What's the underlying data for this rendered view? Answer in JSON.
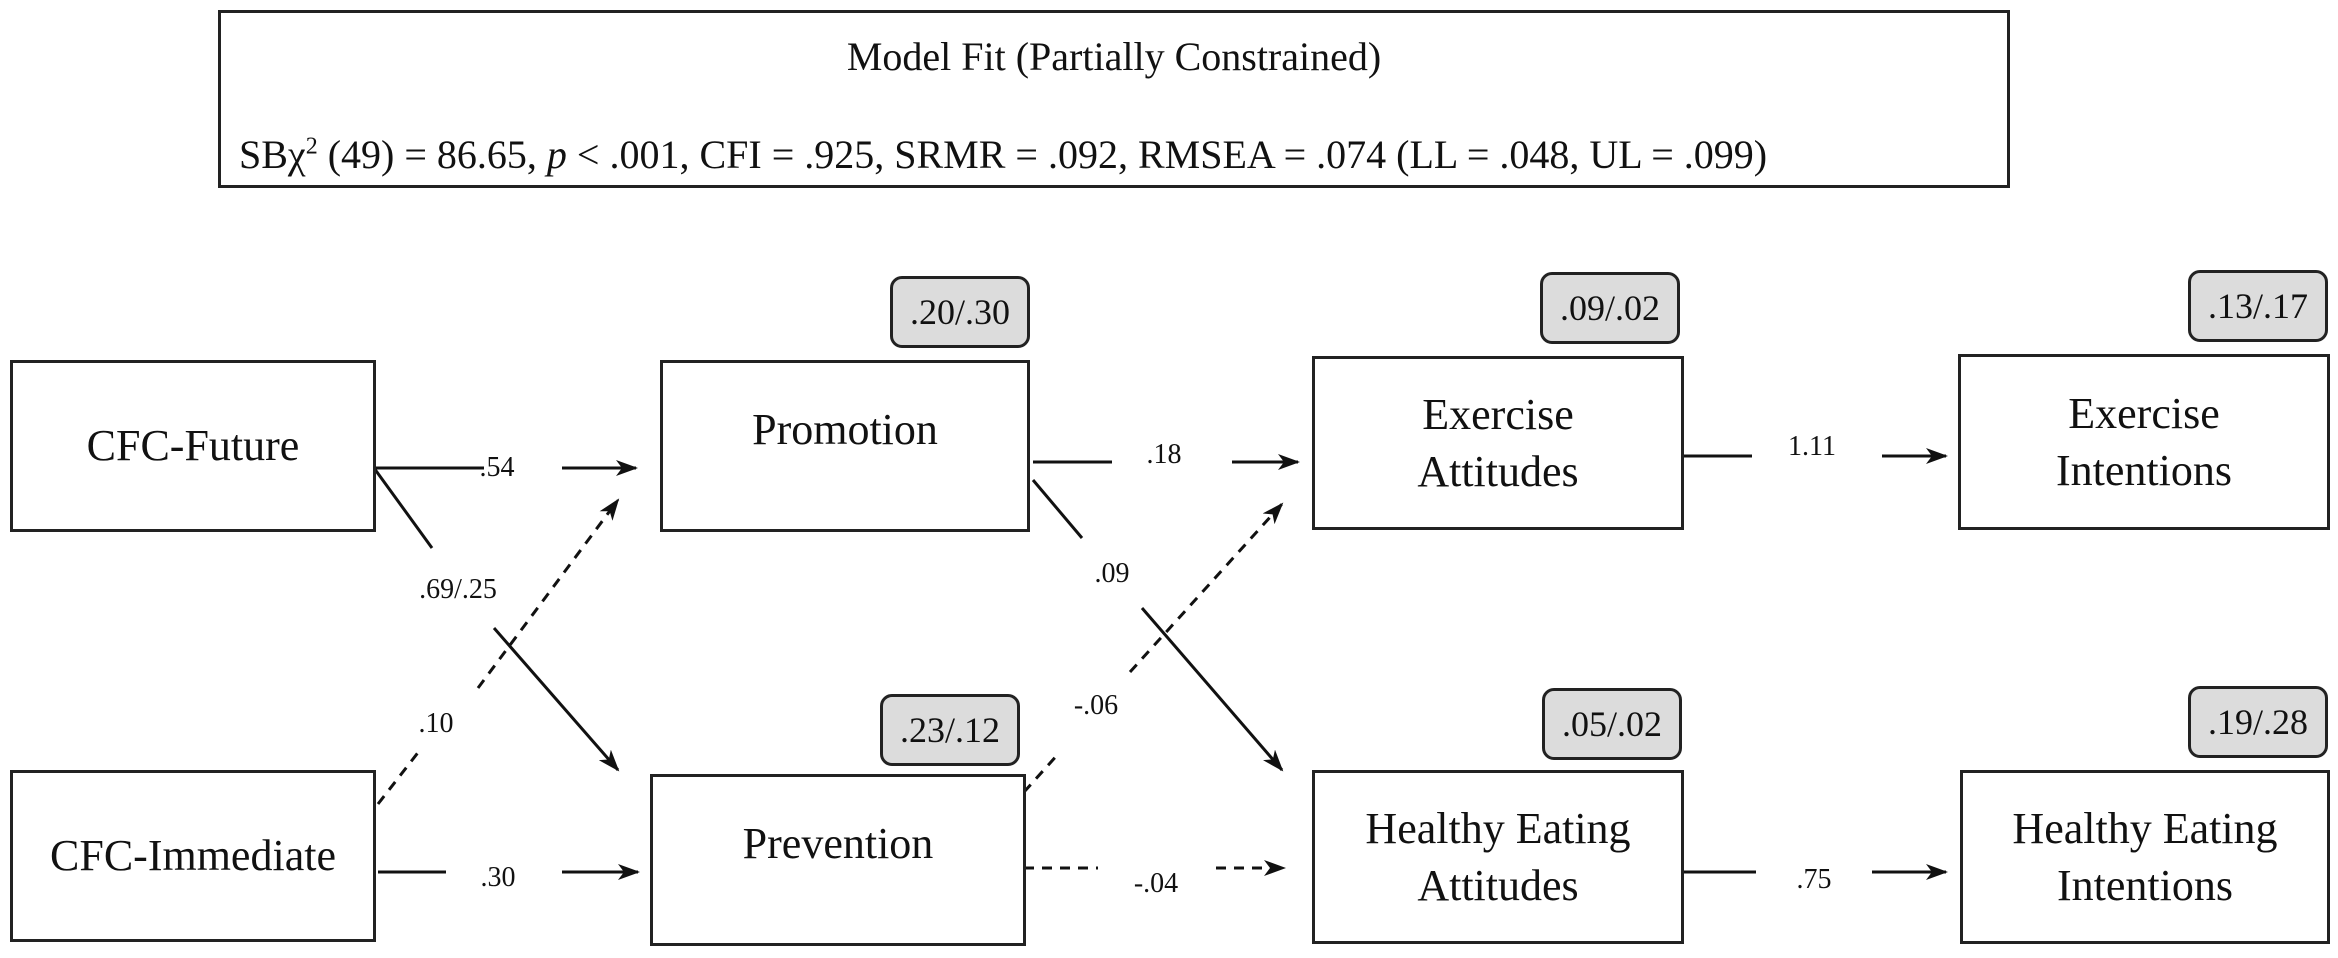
{
  "fit": {
    "title": "Model Fit (Partially Constrained)",
    "stats_prefix": "SBχ",
    "stats_sup": "2",
    "stats_a": " (49) = 86.65, ",
    "stats_p": "p",
    "stats_b": " < .001, CFI = .925, SRMR = .092, RMSEA = .074 (LL = .048, UL = .099)"
  },
  "nodes": {
    "cfc_future": "CFC-Future",
    "cfc_immediate": "CFC-Immediate",
    "promotion": "Promotion",
    "prevention": "Prevention",
    "exercise_attitudes_1": "Exercise",
    "exercise_attitudes_2": "Attitudes",
    "eating_attitudes_1": "Healthy Eating",
    "eating_attitudes_2": "Attitudes",
    "exercise_intentions_1": "Exercise",
    "exercise_intentions_2": "Intentions",
    "eating_intentions_1": "Healthy Eating",
    "eating_intentions_2": "Intentions"
  },
  "r2": {
    "promotion": ".20/.30",
    "prevention": ".23/.12",
    "exercise_attitudes": ".09/.02",
    "eating_attitudes": ".05/.02",
    "exercise_intentions": ".13/.17",
    "eating_intentions": ".19/.28"
  },
  "paths": {
    "future_promotion": ".54",
    "future_prevention": ".69/.25",
    "immediate_promotion": ".10",
    "immediate_prevention": ".30",
    "promotion_exercise": ".18",
    "promotion_eating": ".09",
    "prevention_exercise": "-.06",
    "prevention_eating": "-.04",
    "exercise_att_int": "1.11",
    "eating_att_int": ".75"
  }
}
